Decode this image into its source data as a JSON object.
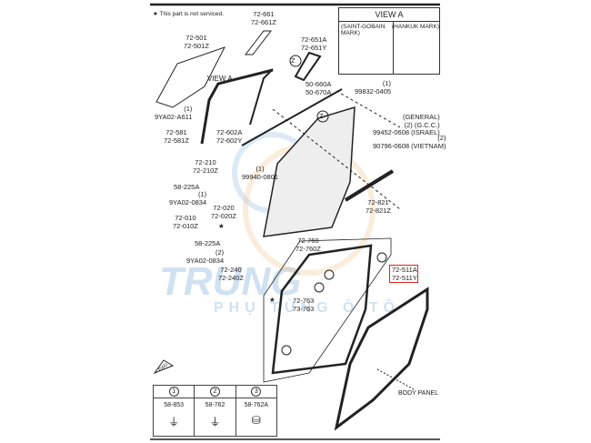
{
  "note": "★ This part is not serviced.",
  "view_a": {
    "title": "VIEW A",
    "left_title": "(SAINT-GOBAIN MARK)",
    "right_title": "(HANKUK MARK)"
  },
  "labels": {
    "l72661": "72-661\n72-661Z",
    "l72501": "72-501\n72-501Z",
    "l72651": "72-651A\n72-651Y",
    "view_a_label": "VIEW A",
    "l50660": "50-660A\n50-670A",
    "l99832": "(1)\n99832-0405",
    "l9ya02a611": "(1)\n9YA02-A611",
    "l99452": "(GENERAL)\n(2) (G.C.C.)\n99452-0608 (ISRAEL)",
    "l72581": "72-581\n72-581Z",
    "l72602": "72-602A\n72-602Y",
    "l90796": "(2)\n90796-0608 (VIETNAM)",
    "l72210": "72-210\n72-210Z",
    "l99940": "(1)\n99940-0801",
    "l58225a1": "58-225A",
    "l9ya020834a": "(1)\n9YA02-0834",
    "l72020": "72-020\n72-020Z",
    "l72821": "72-821\n72-821Z",
    "l72010": "72-010\n72-010Z",
    "l58225a2": "58-225A",
    "l9ya020834b": "(2)\n9YA02-0834",
    "l72760": "72-760\n72-760Z",
    "l72240": "72-240\n72-240Z",
    "l72511": "72-511A\n72-511Y",
    "l72763": "72-763\n73-763",
    "body_panel": "BODY PANEL",
    "z1": "Z",
    "z2": "Z",
    "fwd": "FWD"
  },
  "parts_table": [
    {
      "num": "1",
      "part": "58-853"
    },
    {
      "num": "2",
      "part": "58-762"
    },
    {
      "num": "3",
      "part": "58-762A"
    }
  ],
  "watermark": {
    "main": "TRUNG",
    "sub": "PHỤ TÙNG Ô TÔ"
  },
  "colors": {
    "highlight": "#dd2222",
    "watermark": "#78aad7"
  }
}
